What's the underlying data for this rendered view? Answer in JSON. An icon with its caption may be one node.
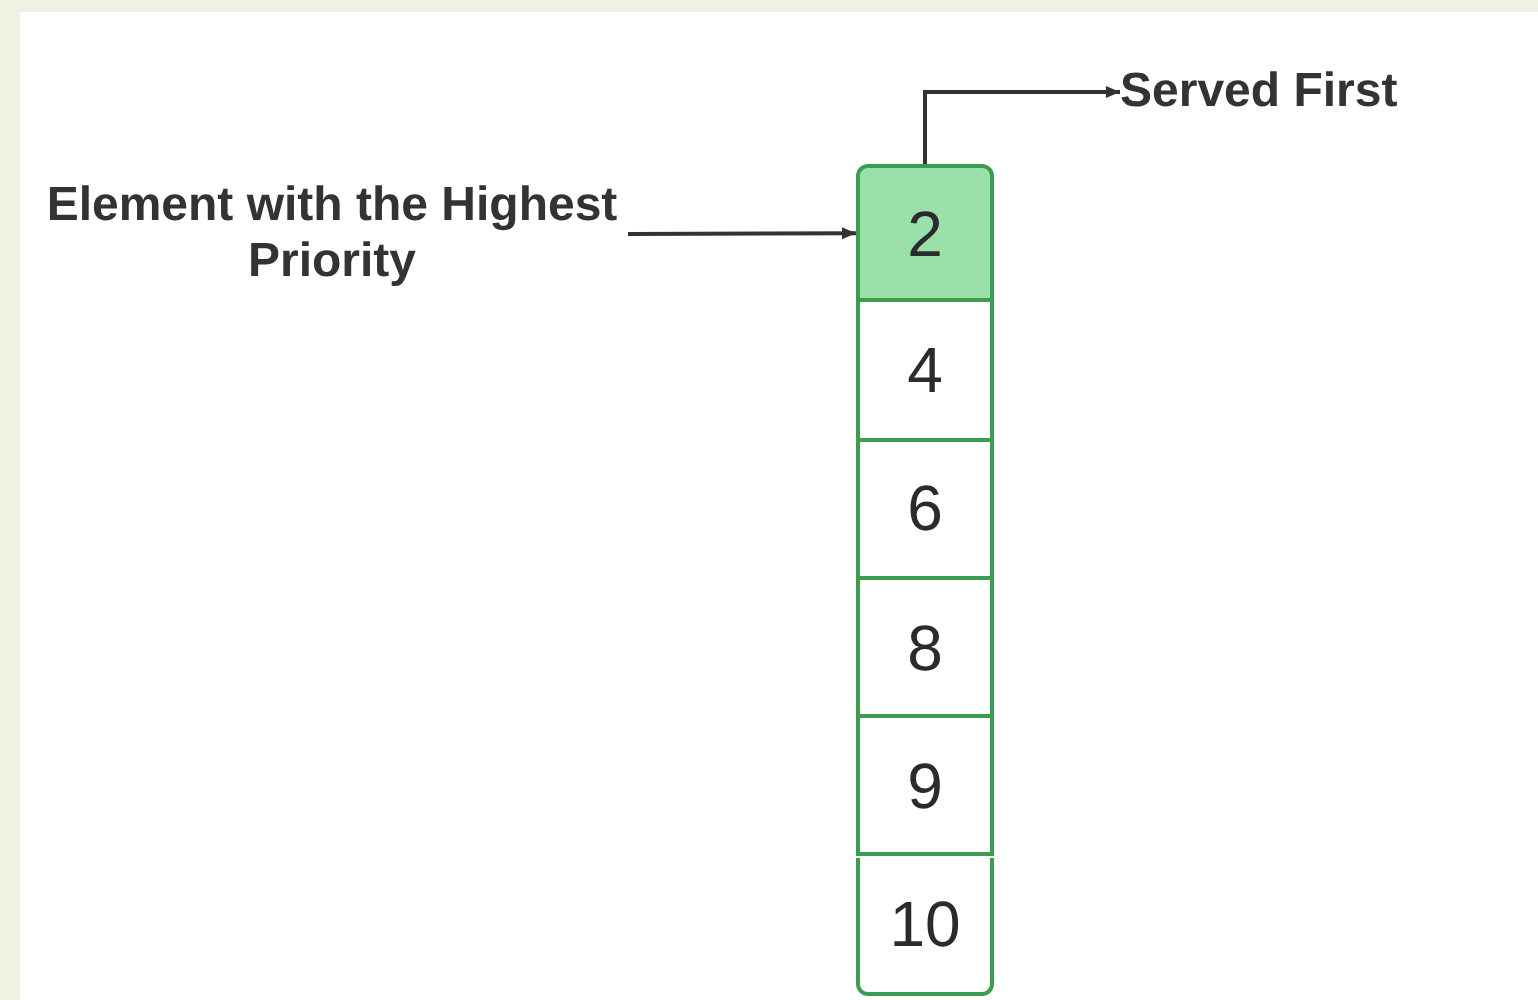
{
  "diagram": {
    "nodes": [
      {
        "text": [
          "Element with the Highest Priority"
        ]
      },
      {
        "text": [
          "Served First"
        ]
      },
      {
        "text": [
          "2"
        ]
      },
      {
        "text": [
          "4"
        ]
      },
      {
        "text": [
          "6"
        ]
      },
      {
        "text": [
          "8"
        ]
      },
      {
        "text": [
          "9"
        ]
      },
      {
        "text": [
          "10"
        ]
      }
    ],
    "edges": [
      {
        "from": 0,
        "to": 2,
        "arrow": "to"
      },
      {
        "from": 2,
        "to": 1,
        "arrow": "to"
      }
    ]
  }
}
